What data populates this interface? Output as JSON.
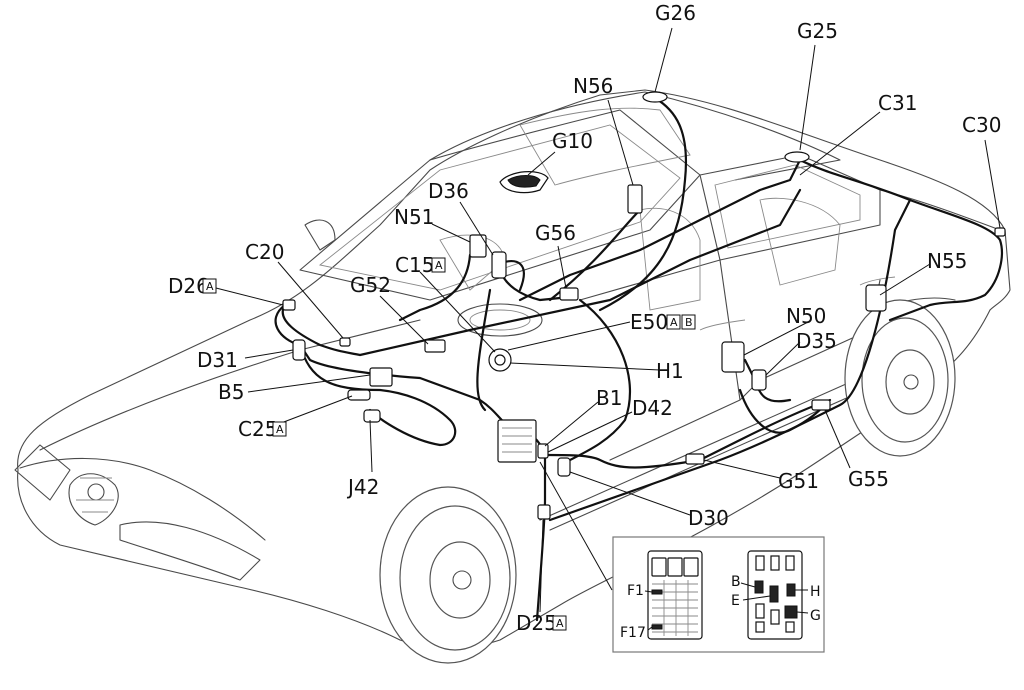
{
  "labels": {
    "G26": "G26",
    "G25": "G25",
    "N56": "N56",
    "C31": "C31",
    "C30": "C30",
    "G10": "G10",
    "D36": "D36",
    "N51": "N51",
    "G56": "G56",
    "C20": "C20",
    "D26": "D26",
    "C15": "C15",
    "G52": "G52",
    "N55": "N55",
    "E50": "E50",
    "D31": "D31",
    "N50": "N50",
    "D35": "D35",
    "H1": "H1",
    "B5": "B5",
    "B1": "B1",
    "D42": "D42",
    "C25": "C25",
    "G51": "G51",
    "G55": "G55",
    "J42": "J42",
    "D30": "D30",
    "D25": "D25"
  },
  "suffix": {
    "A": "A",
    "B": "B"
  },
  "inset": {
    "F1": "F1",
    "F17": "F17",
    "B": "B",
    "E": "E",
    "H": "H",
    "G": "G"
  }
}
